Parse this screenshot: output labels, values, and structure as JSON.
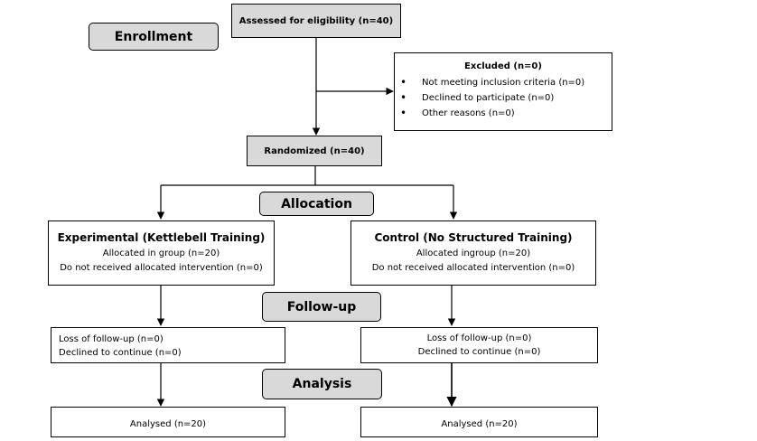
{
  "enrollment": {
    "stage_label": "Enrollment",
    "assessed": "Assessed for eligibility (n=40)",
    "excluded": {
      "title": "Excluded (n=0)",
      "reasons": [
        "Not meeting inclusion criteria (n=0)",
        "Declined to participate (n=0)",
        "Other reasons (n=0)"
      ]
    },
    "randomized": "Randomized (n=40)"
  },
  "allocation": {
    "stage_label": "Allocation",
    "experimental": {
      "title": "Experimental (Kettlebell Training)",
      "line1": "Allocated in group (n=20)",
      "line2": "Do not received allocated intervention (n=0)"
    },
    "control": {
      "title": "Control (No Structured Training)",
      "line1": "Allocated ingroup (n=20)",
      "line2": "Do not received allocated intervention (n=0)"
    }
  },
  "followup": {
    "stage_label": "Follow-up",
    "experimental": {
      "line1": "Loss of follow-up (n=0)",
      "line2": "Declined to continue (n=0)"
    },
    "control": {
      "line1": "Loss of follow-up (n=0)",
      "line2": "Declined to continue (n=0)"
    }
  },
  "analysis": {
    "stage_label": "Analysis",
    "experimental": "Analysed (n=20)",
    "control": "Analysed (n=20)"
  }
}
